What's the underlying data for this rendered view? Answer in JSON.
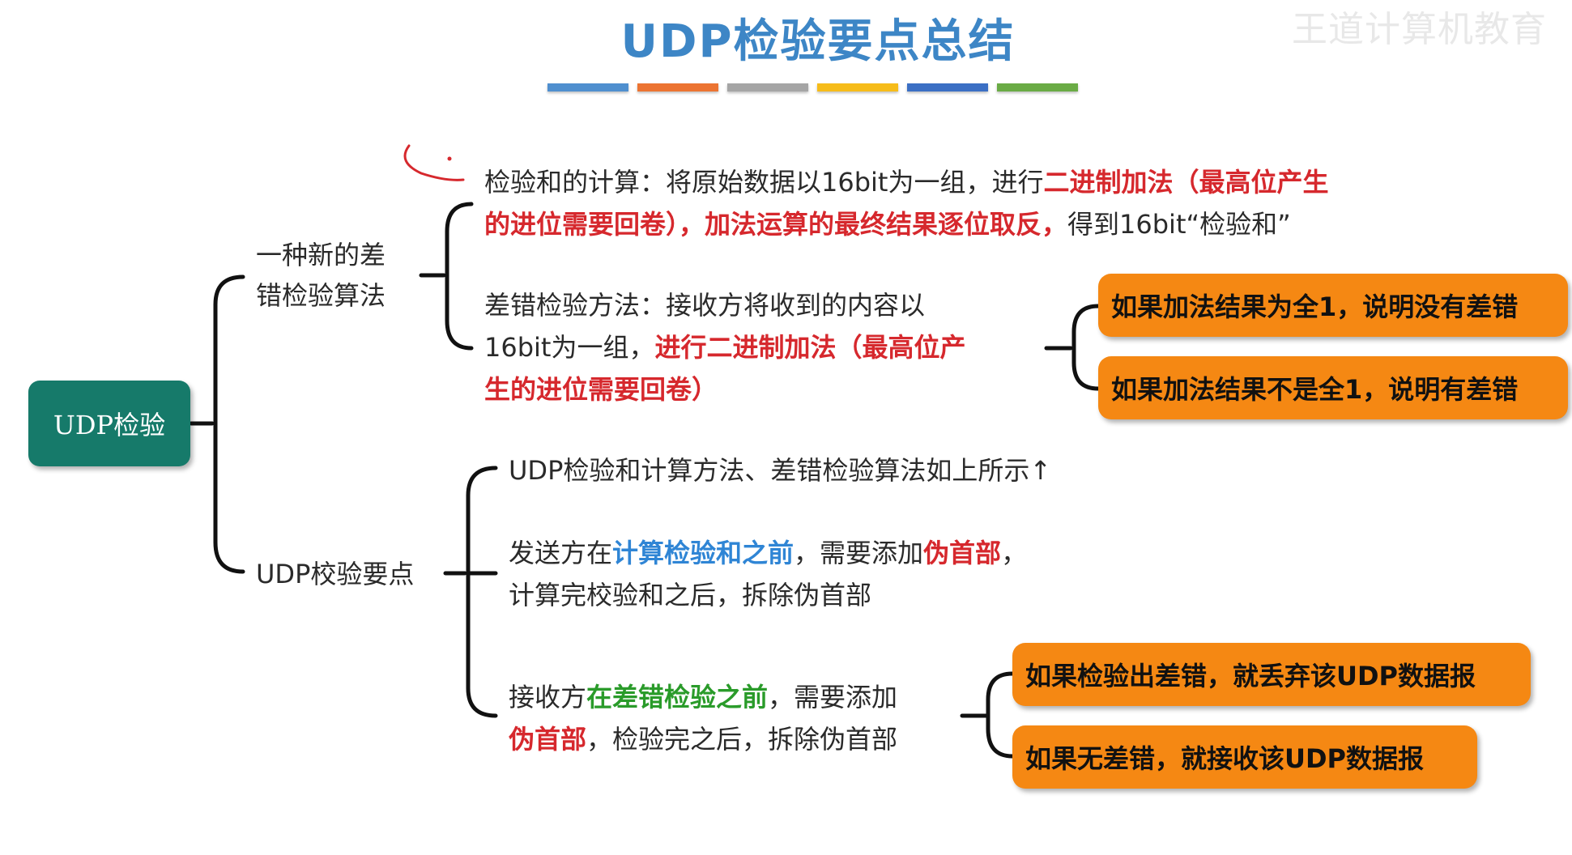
{
  "title": "UDP检验要点总结",
  "watermark": "王道计算机教育",
  "accent_bars": [
    "#4f8fcf",
    "#ec7432",
    "#a5a5a5",
    "#f6bc1a",
    "#3b6fc4",
    "#6aab45"
  ],
  "root": {
    "label": "UDP检验"
  },
  "branch1": {
    "label_line1": "一种新的差",
    "label_line2": "错检验算法",
    "checksum_calc": {
      "l1_a": "检验和的计算：将原始数据以16bit为一组，进行",
      "l1_b": "二进制加法（最高位产生",
      "l2_a": "的进位需要回卷），加法运算的最终结果逐位取反，",
      "l2_b": "得到16bit“检验和”"
    },
    "error_check": {
      "l1": "差错检验方法：接收方将收到的内容以",
      "l2_a": "16bit为一组，",
      "l2_b": "进行二进制加法（最高位产",
      "l3": "生的进位需要回卷）"
    },
    "outcomes": [
      "如果加法结果为全1，说明没有差错",
      "如果加法结果不是全1，说明有差错"
    ]
  },
  "branch2": {
    "label": "UDP校验要点",
    "item1": "UDP检验和计算方法、差错检验算法如上所示↑",
    "item2": {
      "a": "发送方在",
      "b": "计算检验和之前",
      "c": "，需要添加",
      "d": "伪首部",
      "e": "，",
      "l2": "计算完校验和之后，拆除伪首部"
    },
    "item3": {
      "a": "接收方",
      "b": "在差错检验之前",
      "c": "，需要添加",
      "d": "伪首部",
      "e": "，检验完之后，拆除伪首部"
    },
    "outcomes": [
      "如果检验出差错，就丢弃该UDP数据报",
      "如果无差错，就接收该UDP数据报"
    ]
  }
}
